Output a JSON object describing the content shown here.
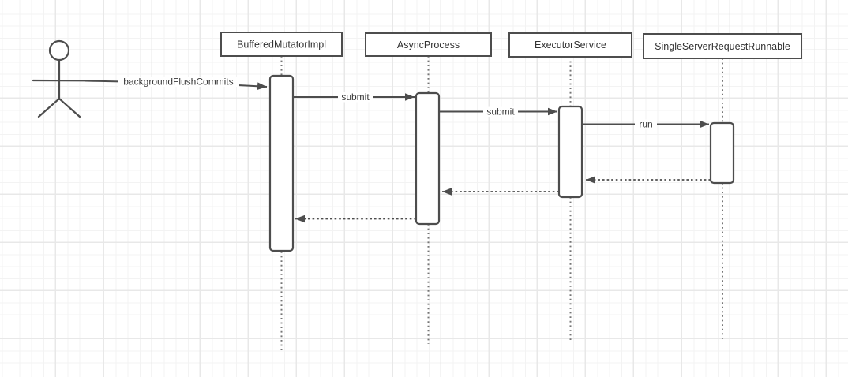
{
  "diagram": {
    "kind": "uml-sequence-diagram",
    "lifelines": [
      {
        "label": "BufferedMutatorImpl"
      },
      {
        "label": "AsyncProcess"
      },
      {
        "label": "ExecutorService"
      },
      {
        "label": "SingleServerRequestRunnable"
      }
    ],
    "messages": [
      {
        "label": "backgroundFlushCommits",
        "from": "actor",
        "to": "BufferedMutatorImpl",
        "style": "solid"
      },
      {
        "label": "submit",
        "from": "BufferedMutatorImpl",
        "to": "AsyncProcess",
        "style": "solid"
      },
      {
        "label": "submit",
        "from": "AsyncProcess",
        "to": "ExecutorService",
        "style": "solid"
      },
      {
        "label": "run",
        "from": "ExecutorService",
        "to": "SingleServerRequestRunnable",
        "style": "solid"
      }
    ],
    "returns": [
      {
        "from": "SingleServerRequestRunnable",
        "to": "ExecutorService",
        "style": "dashed"
      },
      {
        "from": "ExecutorService",
        "to": "AsyncProcess",
        "style": "dashed"
      },
      {
        "from": "AsyncProcess",
        "to": "BufferedMutatorImpl",
        "style": "dashed"
      }
    ],
    "colors": {
      "stroke": "#4d4d4d",
      "fill": "#ffffff",
      "text": "#333333",
      "grid_minor": "#f3f3f3",
      "grid_major": "#e8e8e8",
      "background": "#ffffff"
    }
  }
}
